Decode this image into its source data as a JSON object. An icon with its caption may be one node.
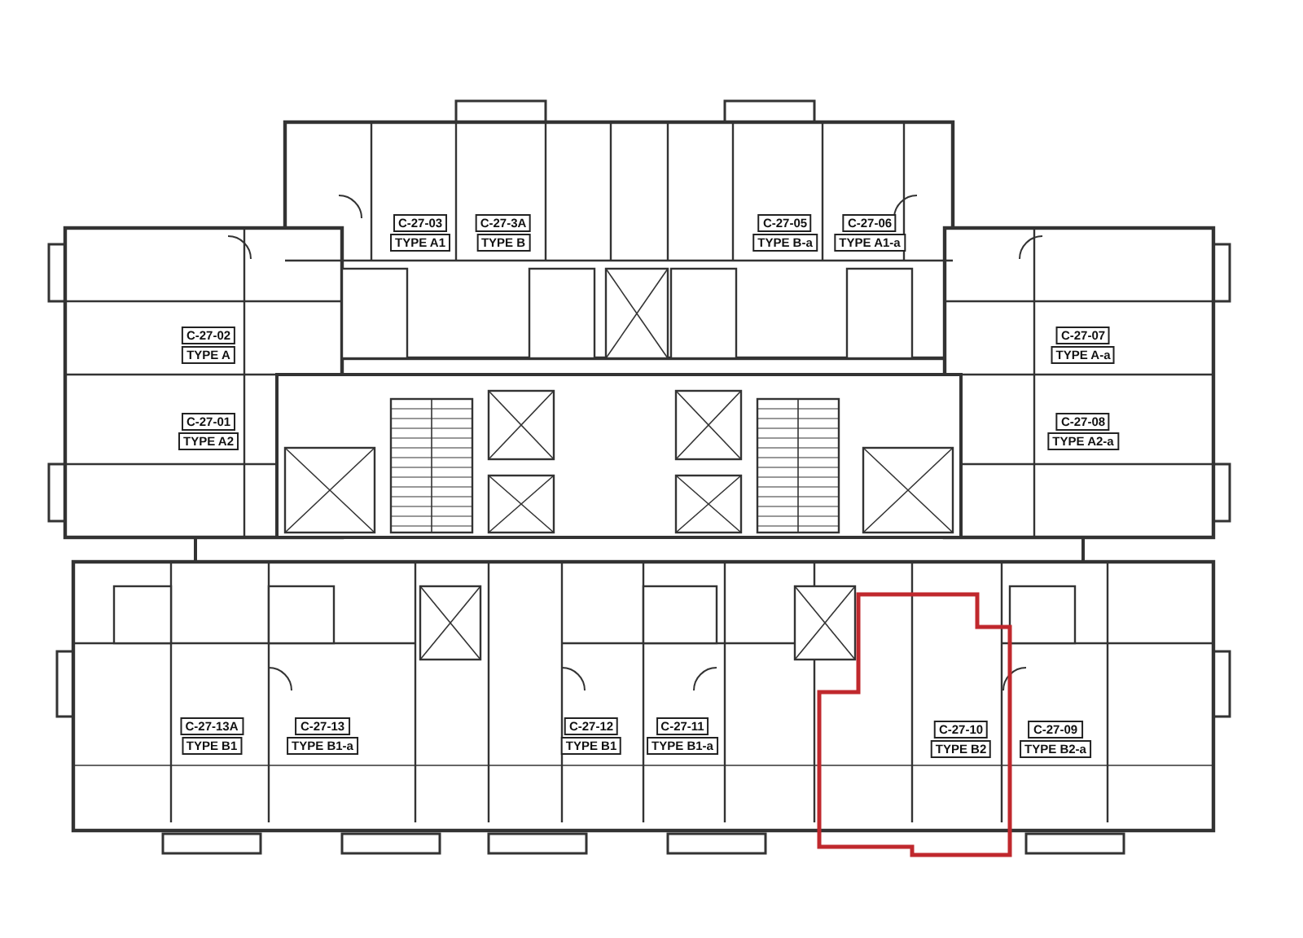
{
  "diagram": {
    "nodes": [
      {
        "text": [
          "C-27-03",
          "TYPE A1"
        ]
      },
      {
        "text": [
          "C-27-3A",
          "TYPE B"
        ]
      },
      {
        "text": [
          "C-27-05",
          "TYPE B-a"
        ]
      },
      {
        "text": [
          "C-27-06",
          "TYPE A1-a"
        ]
      },
      {
        "text": [
          "C-27-02",
          "TYPE A"
        ]
      },
      {
        "text": [
          "C-27-07",
          "TYPE A-a"
        ]
      },
      {
        "text": [
          "C-27-01",
          "TYPE A2"
        ]
      },
      {
        "text": [
          "C-27-08",
          "TYPE A2-a"
        ]
      },
      {
        "text": [
          "C-27-13A",
          "TYPE B1"
        ]
      },
      {
        "text": [
          "C-27-13",
          "TYPE B1-a"
        ]
      },
      {
        "text": [
          "C-27-12",
          "TYPE B1"
        ]
      },
      {
        "text": [
          "C-27-11",
          "TYPE B1-a"
        ]
      },
      {
        "text": [
          "C-27-10",
          "TYPE B2"
        ]
      },
      {
        "text": [
          "C-27-09",
          "TYPE B2-a"
        ]
      }
    ]
  }
}
